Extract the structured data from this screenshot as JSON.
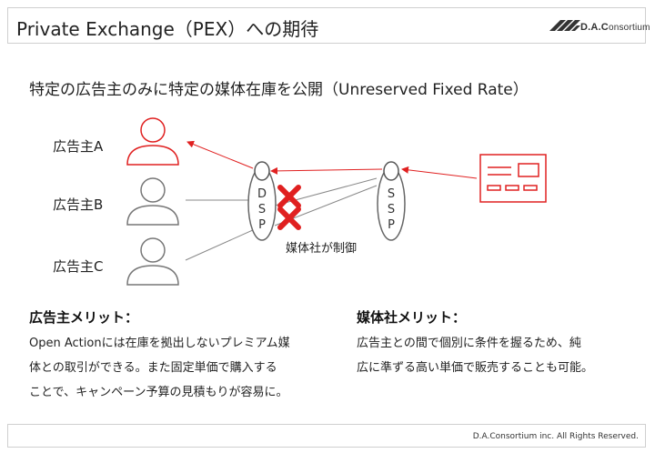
{
  "slide": {
    "title": "Private Exchange（PEX）への期待",
    "subtitle": "特定の広告主のみに特定の媒体在庫を公開（Unreserved Fixed Rate）"
  },
  "logo": {
    "bold": "D.A.C",
    "rest": "onsortium"
  },
  "diagram": {
    "advertisers": [
      "広告主A",
      "広告主B",
      "広告主C"
    ],
    "dsp_letters": [
      "D",
      "S",
      "P"
    ],
    "ssp_letters": [
      "S",
      "S",
      "P"
    ],
    "control_label": "媒体社が制御",
    "colors": {
      "accent": "#e02020",
      "gray": "#808080"
    }
  },
  "merits": {
    "advertiser": {
      "title": "広告主メリット：",
      "lines": [
        "Open Actionには在庫を拠出しないプレミアム媒",
        "体との取引ができる。また固定単価で購入する",
        "ことで、キャンペーン予算の見積もりが容易に。"
      ]
    },
    "publisher": {
      "title": "媒体社メリット：",
      "lines": [
        "広告主との間で個別に条件を握るため、純",
        "広に準ずる高い単価で販売することも可能。"
      ]
    }
  },
  "footer": {
    "copyright": "D.A.Consortium inc. All Rights Reserved."
  }
}
